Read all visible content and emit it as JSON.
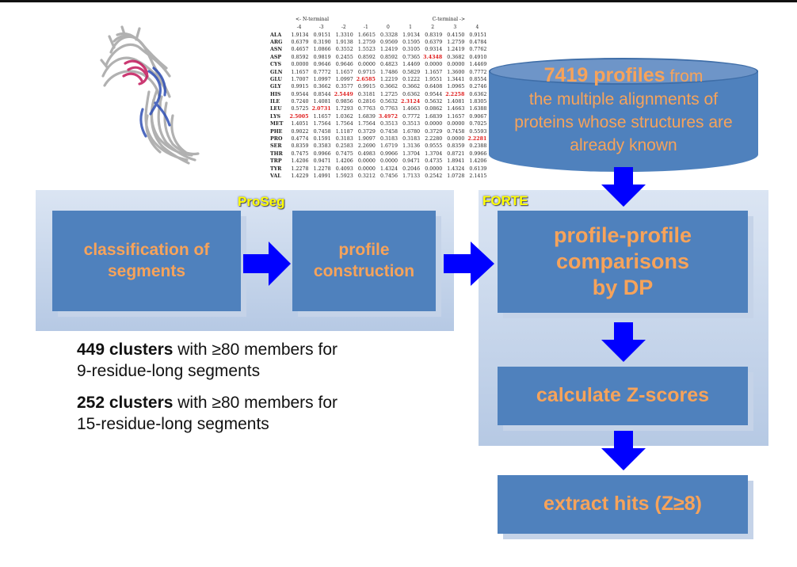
{
  "header": {
    "n_terminal": "<- N-terminal",
    "c_terminal": "C-terminal ->",
    "positions": [
      "-4",
      "-3",
      "-2",
      "-1",
      "0",
      "1",
      "2",
      "3",
      "4"
    ]
  },
  "profile_table": [
    {
      "aa": "ALA",
      "v": [
        "1.9134",
        "0.9151",
        "1.3310",
        "1.6615",
        "0.3328",
        "1.9134",
        "0.8319",
        "0.4150",
        "0.9151"
      ]
    },
    {
      "aa": "ARG",
      "v": [
        "0.6379",
        "0.3190",
        "1.9138",
        "1.2759",
        "0.9569",
        "0.1595",
        "0.6379",
        "1.2759",
        "0.4784"
      ]
    },
    {
      "aa": "ASN",
      "v": [
        "0.4657",
        "1.0866",
        "0.3552",
        "1.5523",
        "1.2419",
        "0.3105",
        "0.9314",
        "1.2419",
        "0.7762"
      ]
    },
    {
      "aa": "ASP",
      "v": [
        "0.8592",
        "0.9819",
        "0.2455",
        "0.8592",
        "0.8592",
        "0.7365",
        "3.4348",
        "0.3682",
        "0.4910"
      ]
    },
    {
      "aa": "CYS",
      "v": [
        "0.0000",
        "0.9646",
        "0.9646",
        "0.0000",
        "0.4823",
        "1.4469",
        "0.0000",
        "0.0000",
        "1.4469"
      ]
    },
    {
      "aa": "GLN",
      "v": [
        "1.1657",
        "0.7772",
        "1.1657",
        "0.9715",
        "1.7486",
        "0.5829",
        "1.1657",
        "1.3600",
        "0.7772"
      ]
    },
    {
      "aa": "GLU",
      "v": [
        "1.7007",
        "1.0997",
        "1.0997",
        "2.6585",
        "1.2219",
        "0.1222",
        "1.9551",
        "1.3441",
        "0.8554"
      ]
    },
    {
      "aa": "GLY",
      "v": [
        "0.9915",
        "0.3662",
        "0.3577",
        "0.9915",
        "0.3662",
        "0.3662",
        "0.6408",
        "1.0965",
        "0.2746"
      ]
    },
    {
      "aa": "HIS",
      "v": [
        "0.9544",
        "0.8544",
        "2.5449",
        "0.3181",
        "1.2725",
        "0.6362",
        "0.9544",
        "2.2258",
        "0.6362"
      ]
    },
    {
      "aa": "ILE",
      "v": [
        "0.7240",
        "1.4081",
        "0.9856",
        "0.2816",
        "0.5632",
        "2.3124",
        "0.5632",
        "1.4081",
        "1.8305"
      ]
    },
    {
      "aa": "LEU",
      "v": [
        "0.5725",
        "2.0731",
        "1.7293",
        "0.7763",
        "0.7763",
        "1.4663",
        "0.0862",
        "1.4663",
        "1.6388"
      ]
    },
    {
      "aa": "LYS",
      "v": [
        "2.5005",
        "1.1657",
        "1.0362",
        "1.6839",
        "3.4972",
        "0.7772",
        "1.6839",
        "1.1657",
        "0.9067"
      ]
    },
    {
      "aa": "MET",
      "v": [
        "1.4051",
        "1.7564",
        "1.7564",
        "1.7564",
        "0.3513",
        "0.3513",
        "0.0000",
        "0.0000",
        "0.7025"
      ]
    },
    {
      "aa": "PHE",
      "v": [
        "0.9022",
        "0.7458",
        "1.1187",
        "0.3729",
        "0.7458",
        "1.6780",
        "0.3729",
        "0.7458",
        "0.5593"
      ]
    },
    {
      "aa": "PRO",
      "v": [
        "0.4774",
        "0.1591",
        "0.3183",
        "1.9097",
        "0.3183",
        "0.3183",
        "2.2280",
        "0.0000",
        "2.2281"
      ]
    },
    {
      "aa": "SER",
      "v": [
        "0.8359",
        "0.3583",
        "0.2583",
        "2.2690",
        "1.6719",
        "1.3136",
        "0.9555",
        "0.8359",
        "0.2388"
      ]
    },
    {
      "aa": "THR",
      "v": [
        "0.7475",
        "0.9966",
        "0.7475",
        "0.4983",
        "0.9966",
        "1.3704",
        "1.3704",
        "0.8721",
        "0.9966"
      ]
    },
    {
      "aa": "TRP",
      "v": [
        "1.4206",
        "0.9471",
        "1.4206",
        "0.0000",
        "0.0000",
        "0.9471",
        "0.4735",
        "1.8941",
        "1.4206"
      ]
    },
    {
      "aa": "TYR",
      "v": [
        "1.2278",
        "1.2278",
        "0.4093",
        "0.0000",
        "1.4324",
        "0.2046",
        "0.0000",
        "1.4324",
        "0.6139"
      ]
    },
    {
      "aa": "VAL",
      "v": [
        "1.4229",
        "1.4991",
        "1.5923",
        "0.3212",
        "0.7456",
        "1.7133",
        "0.2542",
        "1.0728",
        "2.1415"
      ]
    }
  ],
  "hot_cells": [
    [
      3,
      6
    ],
    [
      6,
      3
    ],
    [
      8,
      2
    ],
    [
      8,
      7
    ],
    [
      9,
      5
    ],
    [
      10,
      1
    ],
    [
      11,
      0
    ],
    [
      11,
      4
    ],
    [
      14,
      8
    ]
  ],
  "proseg": {
    "label": "ProSeg",
    "box1": "classification of segments",
    "box2": "profile construction"
  },
  "forte": {
    "label": "FORTE",
    "box_compare_line1": "profile-profile",
    "box_compare_line2": "comparisons",
    "box_compare_line3": "by DP",
    "box_z": "calculate Z-scores",
    "box_hits": "extract hits (Z≥8)"
  },
  "database": {
    "bold": "7419 profiles",
    "rest1": " from",
    "line2": "the multiple alignments of",
    "line3": "proteins whose structures are",
    "line4": "already known"
  },
  "notes": {
    "n1_bold": "449 clusters",
    "n1_rest": " with ≥80 members for",
    "n1_line2": "9-residue-long segments",
    "n2_bold": "252 clusters",
    "n2_rest": " with ≥80 members for",
    "n2_line2": "15-residue-long segments"
  },
  "colors": {
    "box": "#4f81bd",
    "box_text": "#f7a35a",
    "arrow": "#0000ff",
    "label": "#ffff00"
  }
}
